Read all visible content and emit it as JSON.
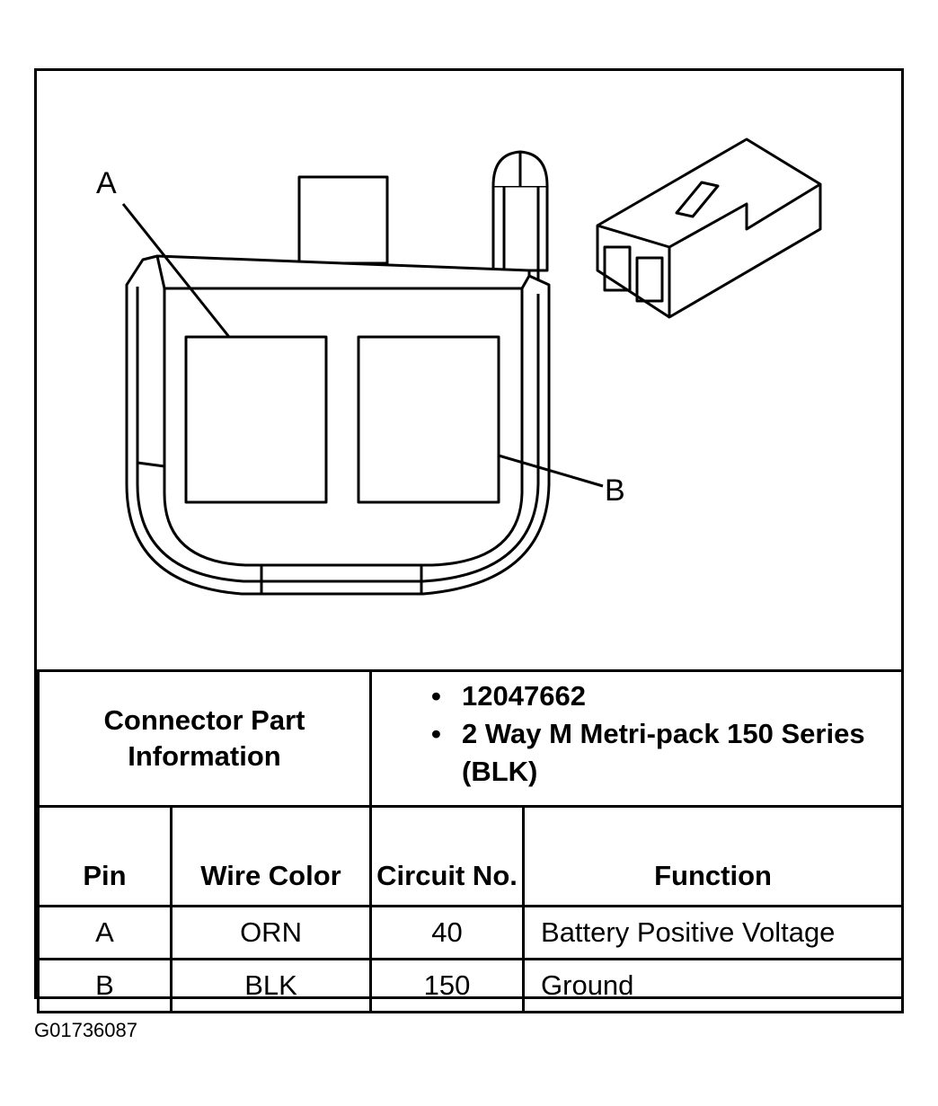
{
  "diagram": {
    "callout_a": "A",
    "callout_b": "B"
  },
  "connector_info": {
    "label": "Connector Part Information",
    "part_number": "12047662",
    "description": "2 Way M Metri-pack 150 Series (BLK)"
  },
  "table": {
    "headers": {
      "pin": "Pin",
      "wire_color": "Wire Color",
      "circuit_no": "Circuit No.",
      "function": "Function"
    },
    "rows": [
      {
        "pin": "A",
        "wire_color": "ORN",
        "circuit_no": "40",
        "function": "Battery Positive Voltage"
      },
      {
        "pin": "B",
        "wire_color": "BLK",
        "circuit_no": "150",
        "function": "Ground"
      }
    ]
  },
  "caption": "G01736087"
}
